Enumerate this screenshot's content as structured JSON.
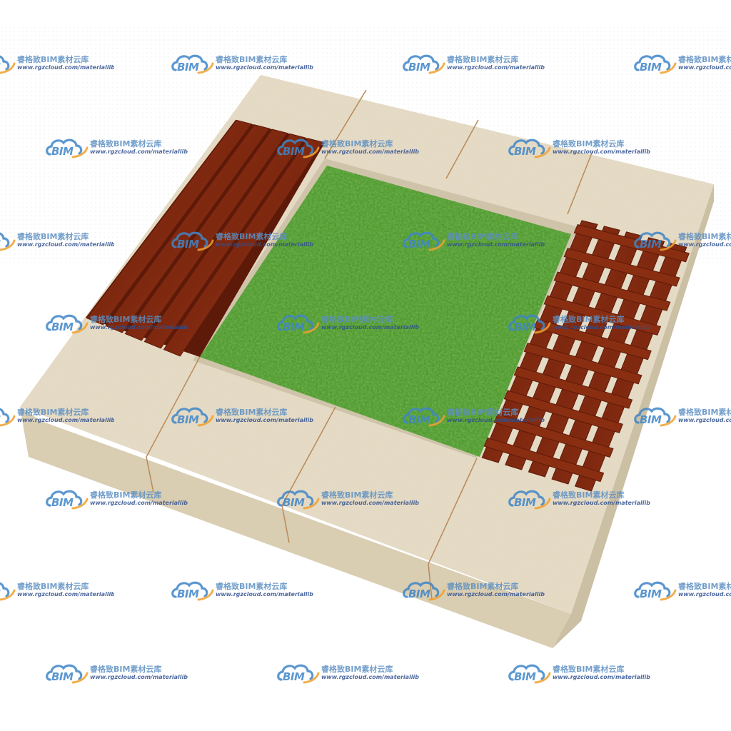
{
  "watermark": {
    "logo_text": "BIM",
    "title": "睿格致BIM素材云库",
    "url": "www.rgzcloud.com/materiallib",
    "logo_color": "#3f86c8",
    "swoosh_color": "#f0a030"
  },
  "scene": {
    "stone_color": "#e6dcc6",
    "stone_side_color": "#d9cdb2",
    "wood_color": "#8a2e12",
    "wood_dark_color": "#5e1a08",
    "grass_color": "#4e9a2c",
    "grass_dark_color": "#2f6e18"
  }
}
